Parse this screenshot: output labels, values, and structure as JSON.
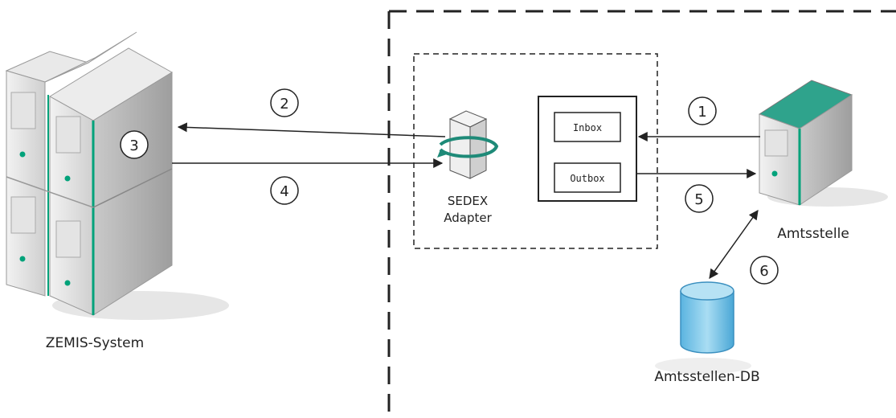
{
  "labels": {
    "zemis": "ZEMIS-System",
    "sedex_line1": "SEDEX",
    "sedex_line2": "Adapter",
    "inbox": "Inbox",
    "outbox": "Outbox",
    "amtsstelle": "Amtsstelle",
    "db": "Amtsstellen-DB"
  },
  "steps": [
    "1",
    "2",
    "3",
    "4",
    "5",
    "6"
  ],
  "colors": {
    "server_body": "#d9d9d9",
    "server_side": "#b8b8b8",
    "server_stripe": "#00a27a",
    "amtsstelle_top": "#2fa38c",
    "db_fill": "#7cc6e8",
    "db_top": "#b7e2f4",
    "line": "#222222"
  }
}
